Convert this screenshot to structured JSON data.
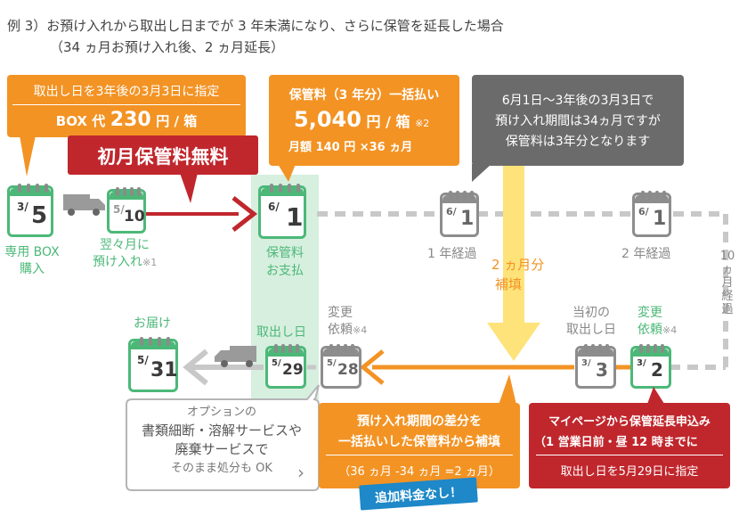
{
  "title": {
    "line1": "例 3）お預け入れから取出し日までが 3 年未満になり、さらに保管を延長した場合",
    "line2": "（34 ヵ月お預け入れ後、2 ヵ月延長）"
  },
  "callout_box": {
    "line1": "取出し日を3年後の3月3日に指定",
    "line2_prefix": "BOX 代",
    "line2_price": "230",
    "line2_suffix": "円 / 箱"
  },
  "free_banner": "初月保管料無料",
  "callout_fee": {
    "line1": "保管料（3 年分）一括払い",
    "price": "5,040",
    "price_suffix": "円 / 箱",
    "note": "※2",
    "monthly": "月額 140 円 ×36 ヵ月"
  },
  "callout_period": {
    "line1": "6月1日～3年後の3月3日で",
    "line2": "預け入れ期間は34ヵ月ですが",
    "line3": "保管料は3年分となります"
  },
  "timeline_top": [
    {
      "month": "3/",
      "day": "5",
      "label1": "専用 BOX",
      "label2": "購入",
      "note": "",
      "style": "green"
    },
    {
      "month": "5/",
      "day": "10",
      "label1": "翌々月に",
      "label2": "預け入れ",
      "note": "※1",
      "style": "green"
    },
    {
      "month": "6/",
      "day": "1",
      "label1": "保管料",
      "label2": "お支払",
      "note": "",
      "style": "green"
    },
    {
      "month": "6/",
      "day": "1",
      "label1": "1 年経過",
      "label2": "",
      "note": "",
      "style": "gray"
    },
    {
      "month": "6/",
      "day": "1",
      "label1": "2 年経過",
      "label2": "",
      "note": "",
      "style": "gray"
    }
  ],
  "side_label": "10ヵ月経過",
  "supplement": {
    "line1": "2 ヵ月分",
    "line2": "補填"
  },
  "timeline_bottom": [
    {
      "month": "5/",
      "day": "31",
      "label1": "お届け",
      "label2": "",
      "note": "",
      "style": "green"
    },
    {
      "month": "5/",
      "day": "29",
      "label1": "取出し日",
      "label2": "",
      "note": "",
      "style": "green"
    },
    {
      "month": "5/",
      "day": "28",
      "label1": "変更",
      "label2": "依頼",
      "note": "※4",
      "style": "gray"
    },
    {
      "month": "3/",
      "day": "3",
      "label1": "当初の",
      "label2": "取出し日",
      "note": "",
      "style": "gray"
    },
    {
      "month": "3/",
      "day": "2",
      "label1": "変更",
      "label2": "依頼",
      "note": "※4",
      "style": "green"
    }
  ],
  "option_box": {
    "line1": "オプションの",
    "line2": "書類細断・溶解サービスや",
    "line3": "廃棄サービスで",
    "line4": "そのまま処分も OK",
    "chevron": "›"
  },
  "orange_box": {
    "line1": "預け入れ期間の差分を",
    "line2": "一括払いした保管料から補填",
    "line3": "（36 ヵ月 -34 ヵ月 =2 ヵ月）"
  },
  "no_extra_fee": "追加料金なし！",
  "red_box": {
    "line1": "マイページから保管延長申込み",
    "line2": "（1 営業日前・昼 12 時までに",
    "line3": "取出し日を5月29日に指定"
  },
  "colors": {
    "orange": "#f39324",
    "red": "#c0272d",
    "green": "#4cb878",
    "gray": "#8d8d8d",
    "dark_gray": "#6b6b6b",
    "light_green": "#d6efdf",
    "blue": "#1e88c8",
    "yellow": "#fde37a"
  }
}
